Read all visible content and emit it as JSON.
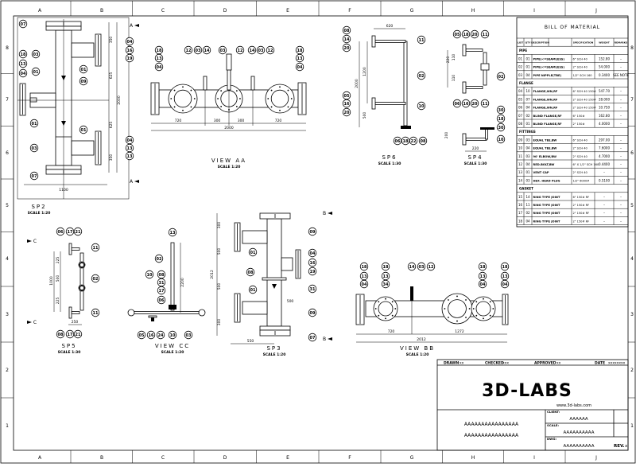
{
  "ruler": {
    "columns": [
      "A",
      "B",
      "C",
      "D",
      "E",
      "F",
      "G",
      "H",
      "I",
      "J"
    ],
    "rows": [
      "8",
      "7",
      "6",
      "5",
      "4",
      "3",
      "2",
      "1"
    ]
  },
  "section_marks": {
    "a": "A",
    "b": "B",
    "c": "C"
  },
  "views": {
    "main": {
      "balloons": [
        "07",
        "18",
        "13",
        "04",
        "03",
        "01",
        "01",
        "09",
        "01",
        "01",
        "03",
        "07",
        "04",
        "16",
        "19",
        "04",
        "13",
        "13"
      ],
      "dimensions": [
        "350",
        "625",
        "625",
        "350",
        "2000",
        "1100"
      ]
    },
    "view_aa": {
      "title": "VIEW AA",
      "scale": "SCALE 1:20",
      "balloons": [
        "18",
        "13",
        "04",
        "12",
        "03",
        "14",
        "03",
        "12",
        "14",
        "03",
        "12",
        "18",
        "13",
        "04"
      ],
      "dimensions": [
        "720",
        "300",
        "300",
        "720",
        "2000"
      ]
    },
    "sp6": {
      "title": "SP6",
      "scale": "SCALE 1:30",
      "balloons": [
        "08",
        "14",
        "20",
        "05",
        "16",
        "20",
        "11",
        "02",
        "10",
        "06",
        "18",
        "22",
        "08"
      ],
      "dimensions": [
        "620",
        "1200",
        "2000",
        "500"
      ]
    },
    "sp4": {
      "title": "SP4",
      "scale": "SCALE 1:30",
      "balloons": [
        "05",
        "18",
        "20",
        "11",
        "02",
        "06",
        "16",
        "20",
        "11",
        "30",
        "18",
        "30",
        "10"
      ],
      "dimensions": [
        "220",
        "110",
        "110",
        "200",
        "220"
      ]
    },
    "sp2": {
      "title": "SP2",
      "scale": "SCALE 1:20"
    },
    "sp5": {
      "title": "SP5",
      "scale": "SCALE 1:30",
      "balloons": [
        "06",
        "17",
        "21",
        "11",
        "02",
        "11",
        "08",
        "17",
        "21"
      ],
      "dimensions": [
        "225",
        "500",
        "225",
        "1000",
        "250"
      ]
    },
    "view_cc": {
      "title": "VIEW CC",
      "scale": "SCALE 1:20",
      "balloons": [
        "13",
        "02",
        "10",
        "08",
        "31",
        "17",
        "06",
        "05",
        "16",
        "24",
        "10",
        "03"
      ],
      "dimensions": [
        "2200"
      ]
    },
    "sp3": {
      "title": "SP3",
      "scale": "SCALE 1:20",
      "balloons": [
        "09",
        "04",
        "16",
        "19",
        "31",
        "09",
        "07",
        "01",
        "08",
        "01"
      ],
      "dimensions": [
        "300",
        "500",
        "500",
        "300",
        "2012",
        "550",
        "500"
      ]
    },
    "view_bb": {
      "title": "VIEW BB",
      "scale": "SCALE 1:20",
      "balloons": [
        "18",
        "13",
        "04",
        "18",
        "13",
        "34",
        "14",
        "03",
        "12",
        "18",
        "13",
        "04",
        "18",
        "13",
        "04"
      ],
      "dimensions": [
        "720",
        "1272",
        "2012"
      ]
    }
  },
  "bom": {
    "title": "BILL OF MATERIAL",
    "headers": [
      "LIST",
      "QTY",
      "DESCRIPTION",
      "SPECIFICATION",
      "WEIGHT",
      "REMARKS"
    ],
    "sections": [
      {
        "name": "PIPE",
        "rows": [
          [
            "01",
            "01",
            "PIPE(<=SEAMLESS)",
            "6\" SCH 40",
            "152.80",
            "–"
          ],
          [
            "02",
            "01",
            "PIPE(<=SEAMLESS)",
            "2\" SCH 40",
            "54.000",
            "–"
          ],
          [
            "03",
            "04",
            "PIPE NIPPLE(TBE)",
            "1/2\" SCH 160",
            "0.3400",
            "SEE NOTE"
          ]
        ]
      },
      {
        "name": "FLANGE",
        "rows": [
          [
            "04",
            "10",
            "FLANGE,WN,RF",
            "6\" SCH 40 150#",
            "547.70",
            "–"
          ],
          [
            "05",
            "07",
            "FLANGE,WN,RF",
            "2\" SCH 40 150#",
            "28.000",
            "–"
          ],
          [
            "06",
            "04",
            "FLANGE,WN,RF",
            "2\" SCH 40 150#",
            "10.750",
            "–"
          ],
          [
            "07",
            "02",
            "BLIND FLANGE,RF",
            "6\" 150#",
            "162.80",
            "–"
          ],
          [
            "08",
            "01",
            "BLIND FLANGE,RF",
            "2\" 150#",
            "4.0000",
            "–"
          ]
        ]
      },
      {
        "name": "FITTINGS",
        "rows": [
          [
            "09",
            "03",
            "EQUAL TEE,BW",
            "6\" SCH 40",
            "297.00",
            "–"
          ],
          [
            "10",
            "04",
            "EQUAL TEE,BW",
            "2\" SCH 40",
            "7.6000",
            "–"
          ],
          [
            "11",
            "03",
            "90' ELBOW,BW",
            "2\" SCH 40",
            "4.7000",
            "–"
          ],
          [
            "12",
            "04",
            "RED.BOLT,BW",
            "6\" X 1/2\" SCH 160",
            "0.4400",
            "–"
          ],
          [
            "13",
            "01",
            "VENT CAP",
            "2\" SCH 40",
            "–",
            "–"
          ],
          [
            "14",
            "03",
            "HEX. HEAD PLUG",
            "1/2\" 6000#",
            "0.5100",
            "–"
          ]
        ]
      },
      {
        "name": "GASKET",
        "rows": [
          [
            "15",
            "14",
            "RING TYPE JOINT",
            "6\" 150# RF",
            "–",
            "–"
          ],
          [
            "16",
            "11",
            "RING TYPE JOINT",
            "2\" 150# RF",
            "–",
            "–"
          ],
          [
            "17",
            "02",
            "RING TYPE JOINT",
            "2\" 150# RF",
            "–",
            "–"
          ],
          [
            "18",
            "04",
            "RING TYPE JOINT",
            "2\" 150# RF",
            "–",
            "–"
          ]
        ]
      }
    ]
  },
  "title_block": {
    "drawn_label": "DRAWN",
    "drawn_value": "xx",
    "checked_label": "CHECKED",
    "checked_value": "xxx",
    "approved_label": "APPROVED",
    "approved_value": "xx",
    "date_label": "DATE",
    "date_value": "xxxxxxxx",
    "logo": "3D-LABS",
    "website": "www.3d-labs.com",
    "desc_line1": "AAAAAAAAAAAAAAAA",
    "desc_line2": "AAAAAAAAAAAAAAAA",
    "client_label": "CLIENT:",
    "client_value": "AAAAAA",
    "scale_label": "SCALE:",
    "scale_value": "AAAAAAAAAA",
    "dwg_label": "DWG:",
    "dwg_value": "AAAAAAAAAA",
    "rev_label": "REV.",
    "rev_value": "x"
  }
}
